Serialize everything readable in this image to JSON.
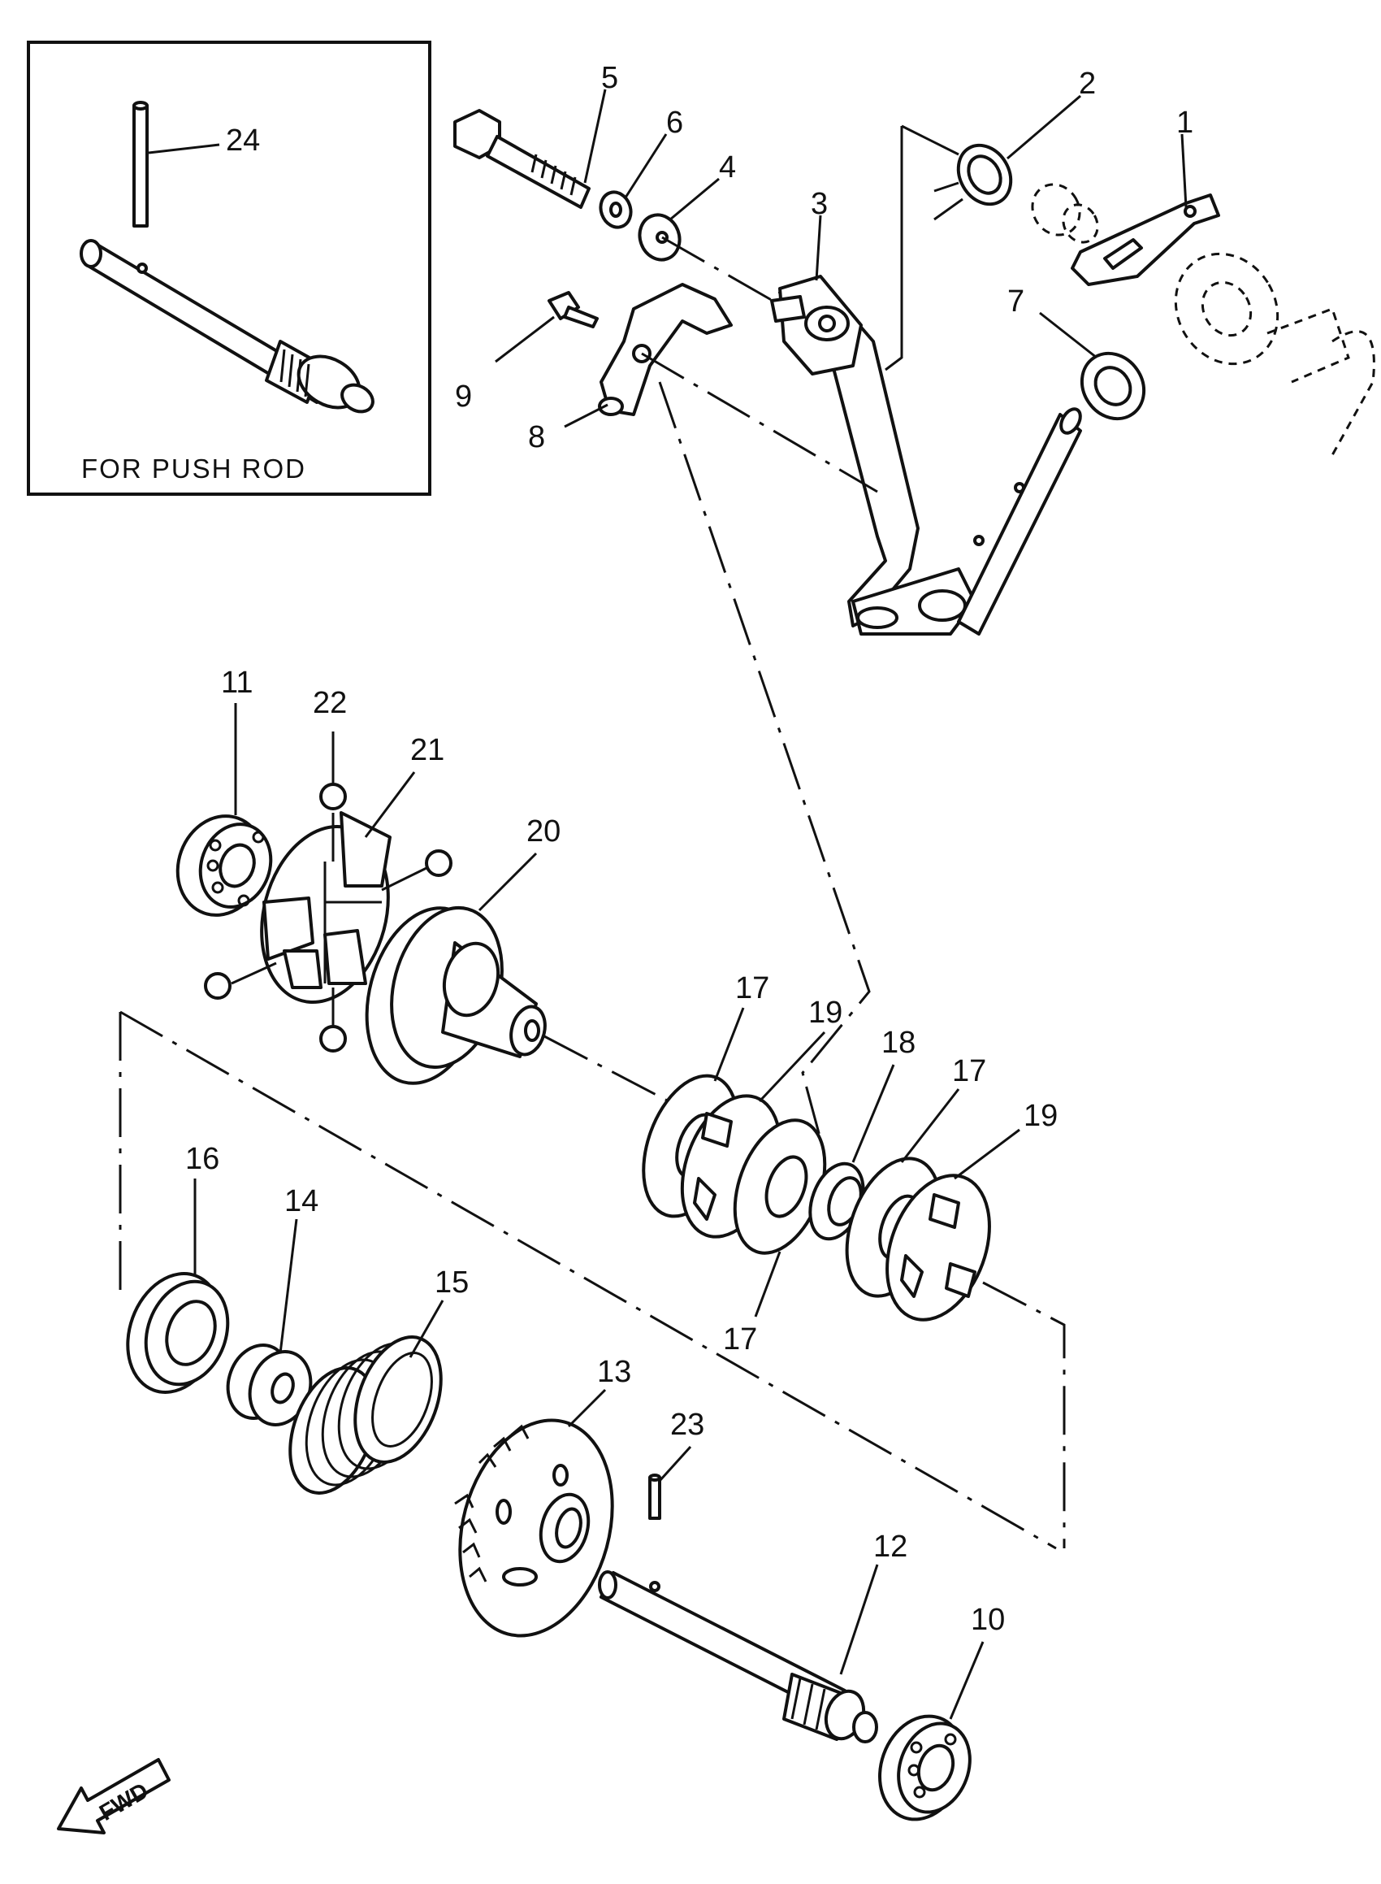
{
  "inset": {
    "caption": "FOR PUSH ROD"
  },
  "fwd_label": "FWD",
  "labels": {
    "p1": "1",
    "p2": "2",
    "p3": "3",
    "p4": "4",
    "p5": "5",
    "p6": "6",
    "p7": "7",
    "p8": "8",
    "p9": "9",
    "p10": "10",
    "p11": "11",
    "p12": "12",
    "p13": "13",
    "p14": "14",
    "p15": "15",
    "p16": "16",
    "p17a": "17",
    "p17b": "17",
    "p17c": "17",
    "p18": "18",
    "p19a": "19",
    "p19b": "19",
    "p20": "20",
    "p21": "21",
    "p22": "22",
    "p23": "23",
    "p24": "24"
  },
  "icons": {
    "fwd_arrow": "fwd-arrow-icon"
  }
}
